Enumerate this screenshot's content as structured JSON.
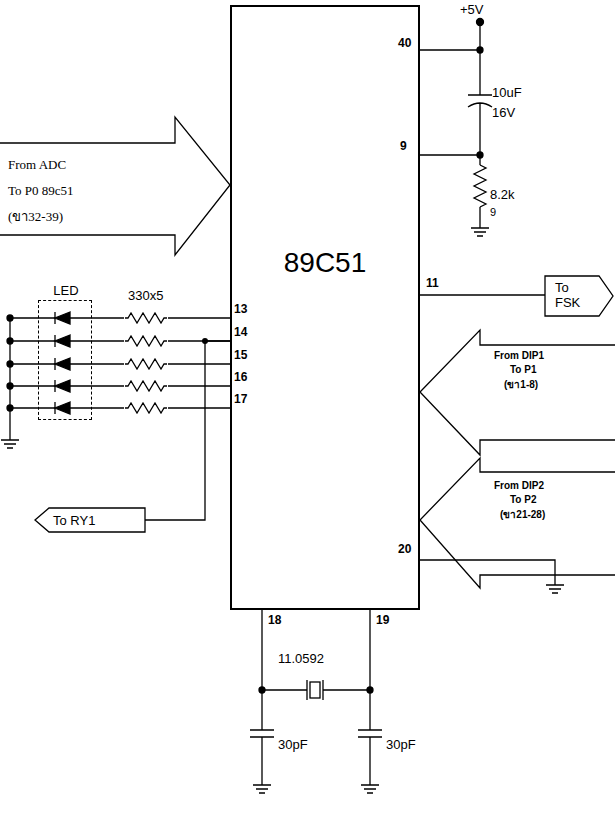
{
  "diagram": {
    "nodes": [
      {
        "text": [
          "89C51"
        ]
      },
      {
        "text": [
          "LED"
        ]
      },
      {
        "text": [
          "To FSK"
        ]
      },
      {
        "text": [
          "To RY1"
        ]
      }
    ],
    "edges": [
      {
        "from": 0,
        "to": 2,
        "arrow": "none"
      },
      {
        "from": 0,
        "to": 3,
        "arrow": "none"
      },
      {
        "from": 1,
        "to": 0,
        "arrow": "none"
      },
      {
        "from": 1,
        "to": 0,
        "arrow": "none"
      },
      {
        "from": 1,
        "to": 0,
        "arrow": "none"
      },
      {
        "from": 1,
        "to": 0,
        "arrow": "none"
      },
      {
        "from": 1,
        "to": 0,
        "arrow": "none"
      }
    ],
    "labels": [
      "+5V",
      "40",
      "10uF",
      "16V",
      "9",
      "8.2k",
      "9",
      "From ADC",
      "To P0 89c51",
      "(ขา32-39)",
      "330x5",
      "13",
      "14",
      "15",
      "16",
      "17",
      "11",
      "From DIP1",
      "To P1",
      "(ขา1-8)",
      "From DIP2",
      "To P2",
      "(ขา21-28)",
      "20",
      "18",
      "19",
      "11.0592",
      "30pF",
      "30pF"
    ]
  }
}
